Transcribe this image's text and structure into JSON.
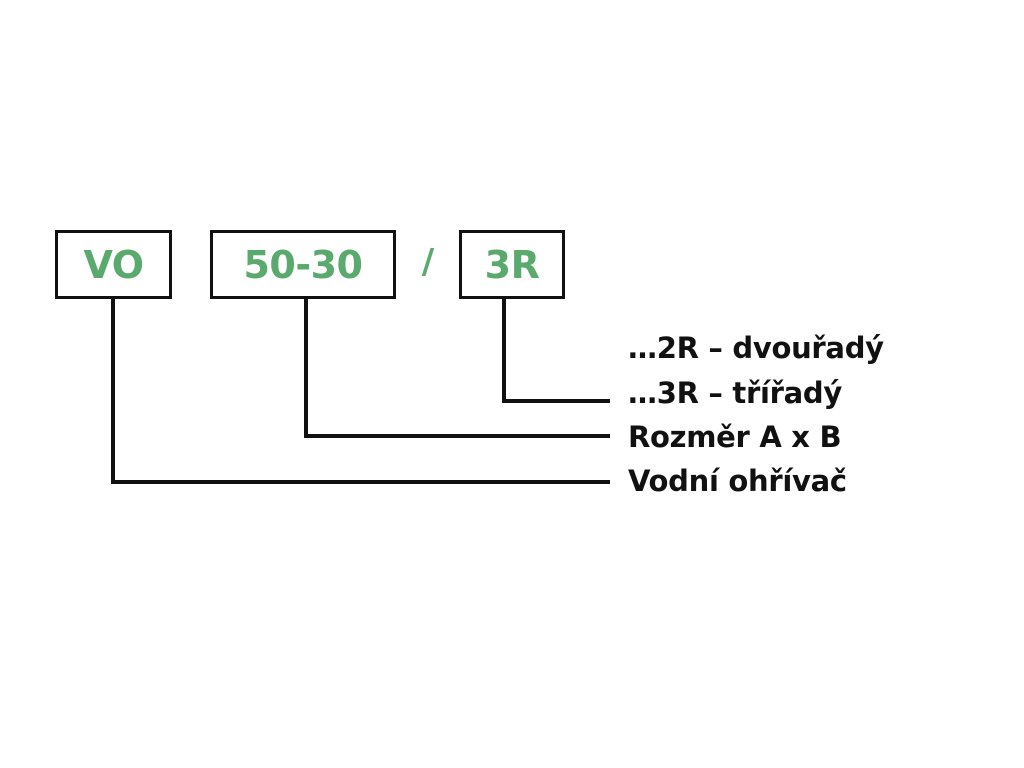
{
  "codes": {
    "heater_type": "VO",
    "size": "50-30",
    "separator": "/",
    "rows": "3R"
  },
  "labels": {
    "two_row": "…2R – dvouřadý",
    "three_row": "…3R – třířadý",
    "size": "Rozměr A x B",
    "heater_type": "Vodní ohřívač"
  },
  "colors": {
    "code_text": "#5aaa6e",
    "lines": "#111111",
    "label_text": "#111111"
  }
}
